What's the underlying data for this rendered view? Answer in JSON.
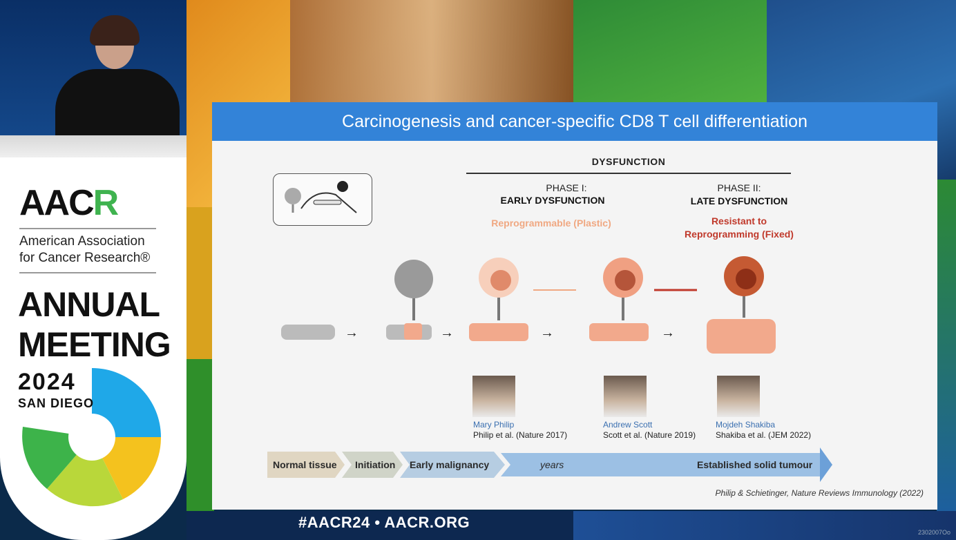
{
  "slide": {
    "title": "Carcinogenesis and cancer-specific CD8 T cell differentiation",
    "dysfunction_header": "DYSFUNCTION",
    "phase1": {
      "label": "PHASE I:",
      "name": "EARLY DYSFUNCTION",
      "state": "Reprogrammable (Plastic)"
    },
    "phase2": {
      "label": "PHASE II:",
      "name": "LATE DYSFUNCTION",
      "state_line1": "Resistant to",
      "state_line2": "Reprogramming (Fixed)"
    },
    "people": [
      {
        "name": "Mary Philip",
        "citation": "Philip et al. (Nature 2017)"
      },
      {
        "name": "Andrew Scott",
        "citation": "Scott et al. (Nature 2019)"
      },
      {
        "name": "Mojdeh Shakiba",
        "citation": "Shakiba et al. (JEM 2022)"
      }
    ],
    "timeline": {
      "stages": [
        "Normal tissue",
        "Initiation",
        "Early malignancy",
        "years",
        "Established solid tumour"
      ]
    },
    "citation": "Philip  & Schietinger, Nature Reviews Immunology (2022)"
  },
  "podium": {
    "logo_main": "AAC",
    "logo_accent": "R",
    "org_line1": "American Association",
    "org_line2": "for Cancer Research®",
    "meeting_line1": "ANNUAL",
    "meeting_line2": "MEETING",
    "year": "2024",
    "city": "SAN DIEGO"
  },
  "footer": {
    "hashtag": "#AACR24  •  AACR.ORG",
    "code": "2302007Oo"
  },
  "colors": {
    "slide_header": "#3383d8",
    "plastic": "#f0a882",
    "fixed": "#c0392b",
    "logo_green": "#3fb34f"
  }
}
